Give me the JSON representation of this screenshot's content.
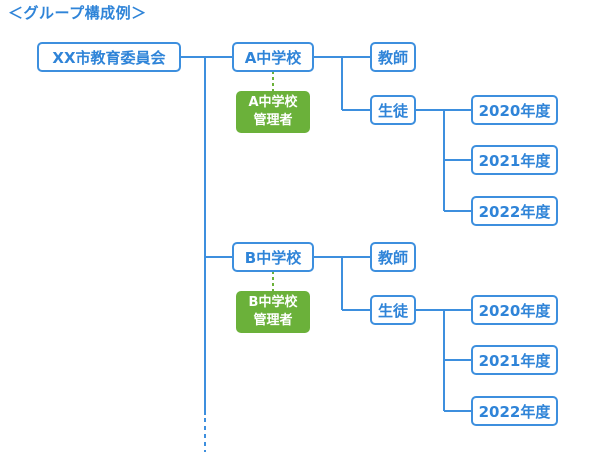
{
  "heading": "＜グループ構成例＞",
  "root": "XX市教育委員会",
  "schools": [
    {
      "name": "A中学校",
      "manager_line1": "A中学校",
      "manager_line2": "管理者",
      "teacher": "教師",
      "student": "生徒",
      "years": [
        "2020年度",
        "2021年度",
        "2022年度"
      ]
    },
    {
      "name": "B中学校",
      "manager_line1": "B中学校",
      "manager_line2": "管理者",
      "teacher": "教師",
      "student": "生徒",
      "years": [
        "2020年度",
        "2021年度",
        "2022年度"
      ]
    }
  ],
  "colors": {
    "node_border": "#3d8fde",
    "node_text": "#2f84d8",
    "manager_fill": "#6bb13a",
    "line": "#3d8fde"
  }
}
